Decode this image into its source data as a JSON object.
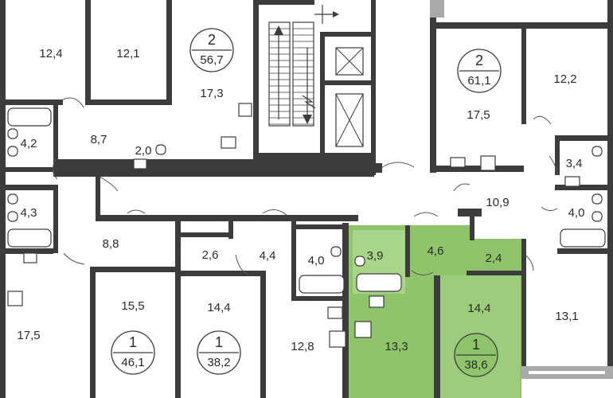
{
  "colors": {
    "wall": "#3c3c3c",
    "highlight": "#8fc46a",
    "highlight_light": "#a9d58a",
    "window": "#a9a9a9"
  },
  "apartments": [
    {
      "id": "a",
      "rooms": "2",
      "area": "56,7"
    },
    {
      "id": "b",
      "rooms": "2",
      "area": "61,1"
    },
    {
      "id": "c",
      "rooms": "1",
      "area": "46,1"
    },
    {
      "id": "d",
      "rooms": "1",
      "area": "38,2"
    },
    {
      "id": "e",
      "rooms": "1",
      "area": "38,6",
      "highlighted": true
    }
  ],
  "rooms": {
    "r01": "12,4",
    "r02": "12,1",
    "r03": "17,3",
    "r04": "4,2",
    "r05": "8,7",
    "r06": "2,0",
    "r07": "17,5",
    "r08": "12,2",
    "r09": "3,4",
    "r10": "10,9",
    "r11": "4,0",
    "r12": "4,3",
    "r13": "8,8",
    "r14": "2,6",
    "r15": "4,4",
    "r16": "4,0",
    "r17": "3,9",
    "r18": "4,6",
    "r19": "2,4",
    "r20": "15,5",
    "r21": "14,4",
    "r22": "17,5",
    "r23": "12,8",
    "r24": "13,3",
    "r25": "14,4",
    "r26": "13,1"
  }
}
